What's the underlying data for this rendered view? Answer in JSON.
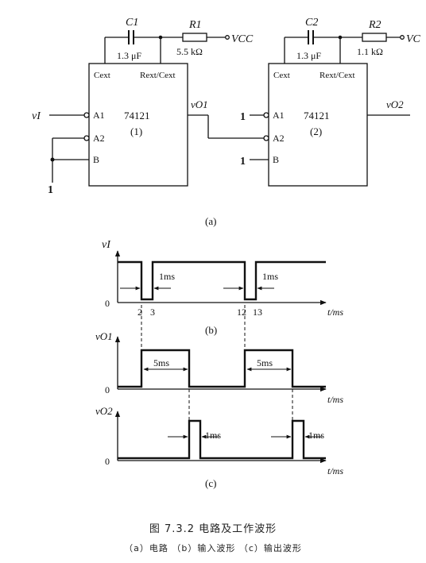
{
  "chips": [
    {
      "name": "74121",
      "index": "(1)",
      "c_label": "C1",
      "c_value": "1.3 μF",
      "r_label": "R1",
      "r_value": "5.5 kΩ",
      "vcc": "VCC"
    },
    {
      "name": "74121",
      "index": "(2)",
      "c_label": "C2",
      "c_value": "1.3 μF",
      "r_label": "R2",
      "r_value": "1.1 kΩ",
      "vcc": "VC"
    }
  ],
  "pins": {
    "cext": "Cext",
    "rext": "Rext/Cext",
    "a1": "A1",
    "a2": "A2",
    "b": "B"
  },
  "signals": {
    "vi": "vI",
    "vo1": "vO1",
    "vo2": "vO2",
    "one": "1"
  },
  "panels": {
    "a": "(a)",
    "b": "(b)",
    "c": "(c)"
  },
  "waveform": {
    "time_axis_label": "t/ms",
    "zero": "0",
    "ticks": [
      "2",
      "3",
      "12",
      "13"
    ],
    "vi_pulse_width": "1ms",
    "vo1_pulse_width": "5ms",
    "vo2_pulse_width": "1ms"
  },
  "caption": {
    "title": "图 7.3.2   电路及工作波形",
    "subtitle": "（a）电路   （b）输入波形   （c）输出波形"
  }
}
